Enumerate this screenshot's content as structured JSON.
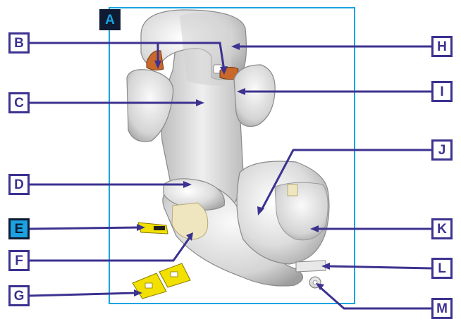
{
  "labels": {
    "A": "A",
    "B": "B",
    "C": "C",
    "D": "D",
    "E": "E",
    "F": "F",
    "G": "G",
    "H": "H",
    "I": "I",
    "J": "J",
    "K": "K",
    "L": "L",
    "M": "M"
  },
  "colors": {
    "label_border": "#3c3290",
    "leader_line": "#3c3290",
    "frame": "#1aa3e0",
    "label_a_bg": "#0f1a33",
    "label_e_bg": "#1aa3e0",
    "seat_grey": "#d9d9d9",
    "belt_guide": "#c8682a",
    "isofix_yellow": "#f2e000",
    "pad_beige": "#efe6bf"
  }
}
